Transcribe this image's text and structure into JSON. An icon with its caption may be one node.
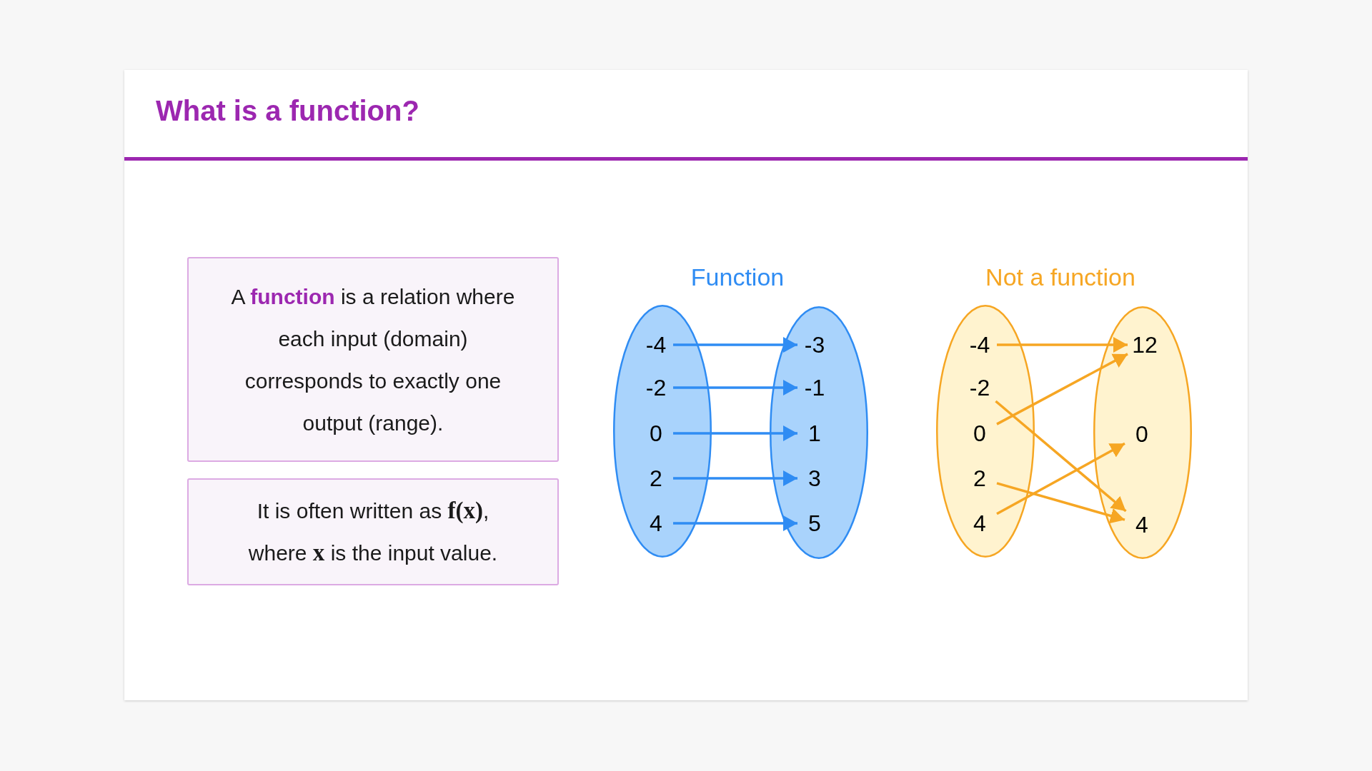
{
  "diagram": {
    "title": "What is a function?",
    "nodes": [
      {
        "text": [
          "A **function** is a relation where each input (domain) corresponds to exactly one output (range)."
        ]
      },
      {
        "text": [
          "It is often written as **f(x)**, where **x** is the input value."
        ]
      },
      {
        "text": [],
        "shape": "ellipse"
      },
      {
        "text": [
          "-4"
        ],
        "in": 2
      },
      {
        "text": [
          "-2"
        ],
        "in": 2
      },
      {
        "text": [
          "0"
        ],
        "in": 2
      },
      {
        "text": [
          "2"
        ],
        "in": 2
      },
      {
        "text": [
          "4"
        ],
        "in": 2
      },
      {
        "text": [],
        "shape": "ellipse"
      },
      {
        "text": [
          "-3"
        ],
        "in": 8
      },
      {
        "text": [
          "-1"
        ],
        "in": 8
      },
      {
        "text": [
          "1"
        ],
        "in": 8
      },
      {
        "text": [
          "3"
        ],
        "in": 8
      },
      {
        "text": [
          "5"
        ],
        "in": 8
      },
      {
        "text": [],
        "shape": "ellipse"
      },
      {
        "text": [
          "-4"
        ],
        "in": 14
      },
      {
        "text": [
          "-2"
        ],
        "in": 14
      },
      {
        "text": [
          "0"
        ],
        "in": 14
      },
      {
        "text": [
          "2"
        ],
        "in": 14
      },
      {
        "text": [
          "4"
        ],
        "in": 14
      },
      {
        "text": [],
        "shape": "ellipse"
      },
      {
        "text": [
          "12"
        ],
        "in": 20
      },
      {
        "text": [
          "0"
        ],
        "in": 20
      },
      {
        "text": [
          "4"
        ],
        "in": 20
      }
    ],
    "edges": [
      {
        "from": 3,
        "to": 9,
        "arrow": "to",
        "color": "#2f8cf3"
      },
      {
        "from": 4,
        "to": 10,
        "arrow": "to",
        "color": "#2f8cf3"
      },
      {
        "from": 5,
        "to": 11,
        "arrow": "to",
        "color": "#2f8cf3"
      },
      {
        "from": 6,
        "to": 12,
        "arrow": "to",
        "color": "#2f8cf3"
      },
      {
        "from": 7,
        "to": 13,
        "arrow": "to",
        "color": "#2f8cf3"
      },
      {
        "from": 15,
        "to": 21,
        "arrow": "to",
        "color": "#f6a623"
      },
      {
        "from": 16,
        "to": 23,
        "arrow": "to",
        "color": "#f6a623"
      },
      {
        "from": 17,
        "to": 21,
        "arrow": "to",
        "color": "#f6a623"
      },
      {
        "from": 18,
        "to": 23,
        "arrow": "to",
        "color": "#f6a623"
      },
      {
        "from": 19,
        "to": 22,
        "arrow": "to",
        "color": "#f6a623"
      }
    ],
    "labels": [
      "Function",
      "Not a function"
    ]
  }
}
